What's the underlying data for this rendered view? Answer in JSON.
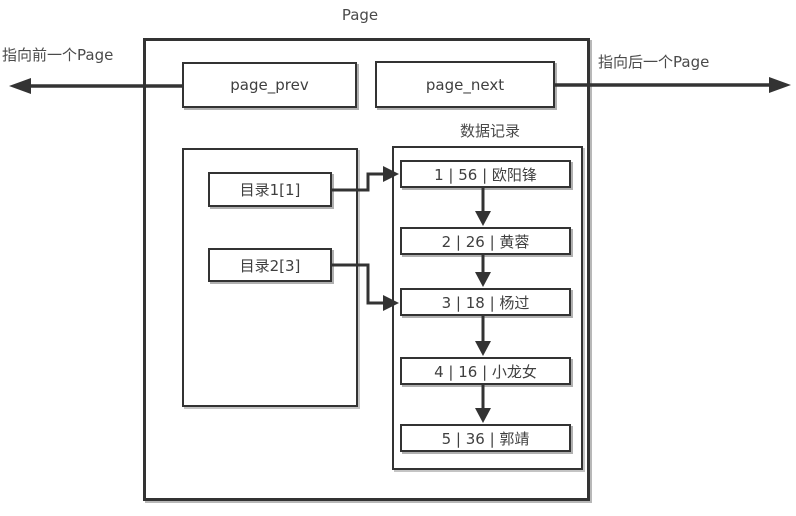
{
  "title": "Page",
  "arrows": {
    "prev_label": "指向前一个Page",
    "next_label": "指向后一个Page"
  },
  "header": {
    "page_prev": "page_prev",
    "page_next": "page_next"
  },
  "directory": {
    "entries": [
      {
        "label": "目录1[1]",
        "target_record": 1
      },
      {
        "label": "目录2[3]",
        "target_record": 3
      }
    ]
  },
  "records_section": {
    "label": "数据记录",
    "records": [
      {
        "seq": 1,
        "value": 56,
        "name": "欧阳锋",
        "display": "1 | 56 | 欧阳锋"
      },
      {
        "seq": 2,
        "value": 26,
        "name": "黄蓉",
        "display": "2 | 26 | 黄蓉"
      },
      {
        "seq": 3,
        "value": 18,
        "name": "杨过",
        "display": "3 | 18 | 杨过"
      },
      {
        "seq": 4,
        "value": 16,
        "name": "小龙女",
        "display": "4 | 16 | 小龙女"
      },
      {
        "seq": 5,
        "value": 36,
        "name": "郭靖",
        "display": "5 | 36 | 郭靖"
      }
    ]
  },
  "colors": {
    "line": "#333333",
    "text": "#404040",
    "background": "#ffffff",
    "shadow": "#b0b0b0"
  }
}
